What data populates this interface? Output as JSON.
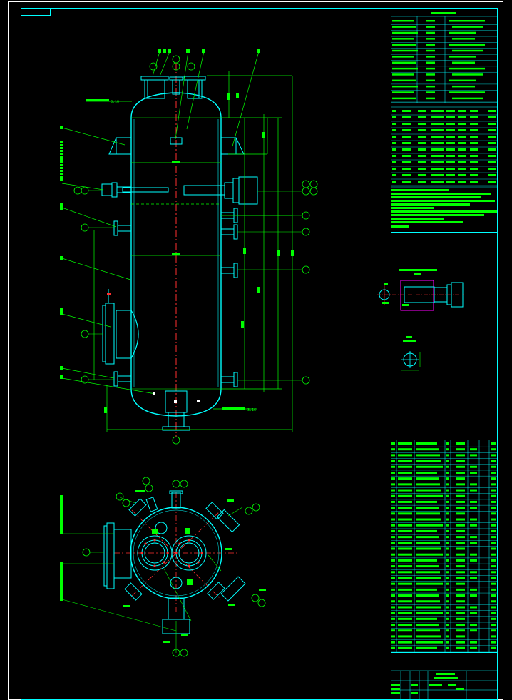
{
  "drawing": {
    "grade_mark_top": "3.16",
    "grade_mark_bottom": "3.16"
  },
  "colors": {
    "outline": "#00ffff",
    "dimension": "#00ff00",
    "centerline": "#ff0000",
    "hatch": "#ffffff",
    "detail_box": "#ff00ff",
    "background": "#000000"
  },
  "tables": {
    "technical_characteristics_rows": 14,
    "nozzle_table_rows": 12,
    "parts_list_rows": 36
  }
}
